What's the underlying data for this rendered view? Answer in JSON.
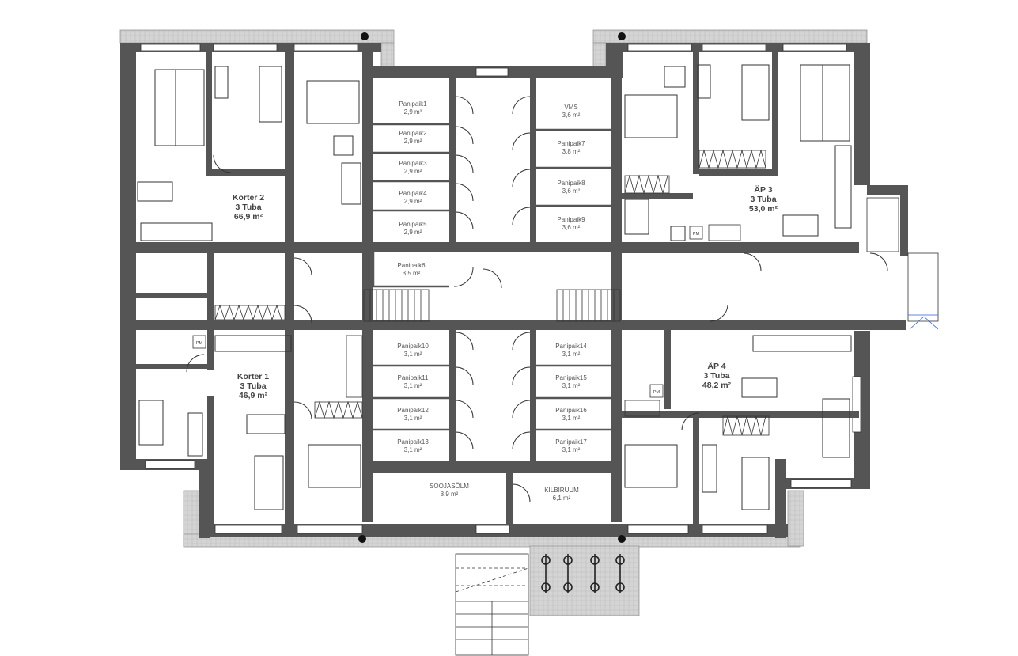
{
  "colors": {
    "wall": "#555555",
    "terrace": "#cfcfcf",
    "floor": "#ffffff",
    "ink": "#333333",
    "accent": "#2b5fd9"
  },
  "apartments": [
    {
      "id": "korter2",
      "name": "Korter 2",
      "rooms": "3 Tuba",
      "area": "66,9 m²"
    },
    {
      "id": "korter1",
      "name": "Korter 1",
      "rooms": "3 Tuba",
      "area": "46,9 m²"
    },
    {
      "id": "ap3",
      "name": "ÄP 3",
      "rooms": "3 Tuba",
      "area": "53,0 m²"
    },
    {
      "id": "ap4",
      "name": "ÄP 4",
      "rooms": "3 Tuba",
      "area": "48,2 m²"
    }
  ],
  "storage": [
    {
      "name": "Panipaik1",
      "area": "2,9 m²"
    },
    {
      "name": "Panipaik2",
      "area": "2,9 m²"
    },
    {
      "name": "Panipaik3",
      "area": "2,9 m²"
    },
    {
      "name": "Panipaik4",
      "area": "2,9 m²"
    },
    {
      "name": "Panipaik5",
      "area": "2,9 m²"
    },
    {
      "name": "Panipaik6",
      "area": "3,5 m²"
    },
    {
      "name": "VMS",
      "area": "3,6 m²"
    },
    {
      "name": "Panipaik7",
      "area": "3,8 m²"
    },
    {
      "name": "Panipaik8",
      "area": "3,6 m²"
    },
    {
      "name": "Panipaik9",
      "area": "3,6 m²"
    },
    {
      "name": "Panipaik10",
      "area": "3,1 m²"
    },
    {
      "name": "Panipaik11",
      "area": "3,1 m²"
    },
    {
      "name": "Panipaik12",
      "area": "3,1 m²"
    },
    {
      "name": "Panipaik13",
      "area": "3,1 m²"
    },
    {
      "name": "Panipaik14",
      "area": "3,1 m²"
    },
    {
      "name": "Panipaik15",
      "area": "3,1 m²"
    },
    {
      "name": "Panipaik16",
      "area": "3,1 m²"
    },
    {
      "name": "Panipaik17",
      "area": "3,1 m²"
    },
    {
      "name": "SOOJASÕLM",
      "area": "8,9 m²"
    },
    {
      "name": "KILBIRUUM",
      "area": "6,1 m²"
    }
  ],
  "appliance_labels": {
    "washer": "PM"
  }
}
